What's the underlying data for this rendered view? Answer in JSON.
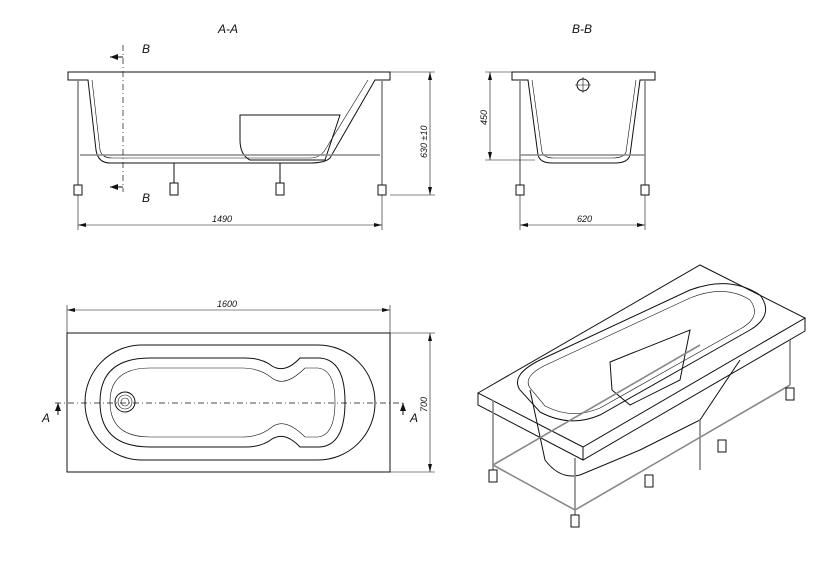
{
  "section_titles": {
    "aa": "A-A",
    "bb": "B-B"
  },
  "section_markers": {
    "b_top": "B",
    "b_bottom": "B",
    "a_left": "A",
    "a_right": "A"
  },
  "dimensions": {
    "side_length": "1490",
    "side_height": "630 ±10",
    "end_depth": "450",
    "end_width": "620",
    "top_length": "1600",
    "top_width": "700"
  }
}
